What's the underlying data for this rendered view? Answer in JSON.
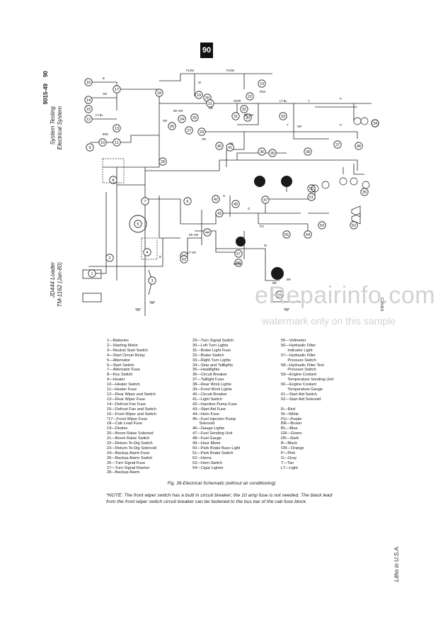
{
  "page": {
    "section_tab": "90",
    "header_left_top": "90",
    "header_left_mid": "9015-49",
    "header_title_1": "System Testing",
    "header_title_2": "Electrical System",
    "footer_model": "JD444 Loader",
    "footer_tm": "TM-1162  (Jan-80)",
    "footer_printed": "Litho in U.S.A.",
    "figure_ref": "C26419",
    "caption": "Fig. 36-Electrical Schematic (without air conditioning)",
    "note": "*NOTE:  The front wiper switch has a built in circuit breaker; the 10 amp fuse is not needed. The black lead from the front wiper switch circuit breaker can be fastened to the bus bar of the cab fuse block.",
    "watermark_1": "eRepairinfo.com",
    "watermark_2": "watermark only on this sample"
  },
  "legend": {
    "col1": [
      "1—Batteries",
      "2—Starting Motor",
      "3—Neutral Start Switch",
      "4—Start Circuit Relay",
      "5—Alternator",
      "6—Start Switch",
      "7—Alternator Fuse",
      "8—Key Switch",
      "9—Heater",
      "10—Heater Switch",
      "11—Heater Fuse",
      "12—Rear Wiper and Switch",
      "13—Rear Wiper Fuse",
      "14—Defrost Fan Fuse",
      "15—Defrost Fan and Switch",
      "16—Front Wiper and Switch",
      "*17—Front Wiper Fuse",
      "18—Cab Lead Fuse",
      "19—Diodes",
      "20—Boom Raise Solenoid",
      "21—Boom Raise Switch",
      "22—Return-To-Dig Switch",
      "23—Return-To-Dig Solenoid",
      "24—Backup Alarm Fuse",
      "25—Backup Alarm Switch",
      "26—Turn Signal Fuse",
      "27—Turn Signal Flasher",
      "28—Backup Alarm"
    ],
    "col2": [
      "29—Turn Signal Switch",
      "30—Left Turn Lights",
      "31—Brake Light Fuse",
      "32—Brake Switch",
      "33—Right Turn Lights",
      "34—Stop and Taillights",
      "35—Headlights",
      "36—Circuit Breaker",
      "37—Taillight Fuse",
      "38—Rear Work Lights",
      "39—Front Work Lights",
      "40—Circuit Breaker",
      "41—Light Switch",
      "42—Injection Pump Fuse",
      "43—Start Aid Fuse",
      "44—Horn Fuse",
      "45—Fuel Injection Pump",
      "      Solenoid",
      "46—Gauge Lights",
      "47—Fuel Sending Unit",
      "48—Fuel Gauge",
      "49—Hour Meter",
      "50—Park Brake Buzz-Light",
      "51—Park Brake Switch",
      "52—Horns",
      "53—Horn Switch",
      "54—Cigar Lighter"
    ],
    "col3": [
      "55—Voltmeter",
      "56—Hydraulic Filter",
      "      Indicator Light",
      "57—Hydraulic Filter",
      "      Pressure Switch",
      "58—Hydraulic Filter Test",
      "      Pressure Switch",
      "59—Engine Coolant",
      "      Temperature Sending Unit",
      "60—Engine Coolant",
      "      Temperature Gauge",
      "61—Start Aid Switch",
      "62—Start Aid Solenoid",
      "",
      "R—Red",
      "W—White",
      "PU—Purple",
      "BR—Brown",
      "BL—Blue",
      "GR—Green",
      "DK—Dark",
      "B—Black",
      "OR—Orange",
      "P—Pink",
      "G—Gray",
      "T—Tan",
      "LT—Light"
    ]
  },
  "diagram": {
    "components": [
      {
        "n": "16"
      },
      {
        "n": "17"
      },
      {
        "n": "18"
      },
      {
        "n": "14"
      },
      {
        "n": "15"
      },
      {
        "n": "12"
      },
      {
        "n": "13"
      },
      {
        "n": "9"
      },
      {
        "n": "10"
      },
      {
        "n": "11"
      },
      {
        "n": "8"
      },
      {
        "n": "7"
      },
      {
        "n": "5"
      },
      {
        "n": "6"
      },
      {
        "n": "4"
      },
      {
        "n": "3"
      },
      {
        "n": "2"
      },
      {
        "n": "1"
      },
      {
        "n": "19"
      },
      {
        "n": "20"
      },
      {
        "n": "21"
      },
      {
        "n": "22"
      },
      {
        "n": "23"
      },
      {
        "n": "24"
      },
      {
        "n": "25"
      },
      {
        "n": "26"
      },
      {
        "n": "27"
      },
      {
        "n": "28"
      },
      {
        "n": "29"
      },
      {
        "n": "30"
      },
      {
        "n": "31"
      },
      {
        "n": "32"
      },
      {
        "n": "33"
      },
      {
        "n": "34"
      },
      {
        "n": "35"
      },
      {
        "n": "36"
      },
      {
        "n": "37"
      },
      {
        "n": "38"
      },
      {
        "n": "39"
      },
      {
        "n": "40"
      },
      {
        "n": "41"
      },
      {
        "n": "42"
      },
      {
        "n": "43"
      },
      {
        "n": "44"
      },
      {
        "n": "45"
      },
      {
        "n": "46"
      },
      {
        "n": "47"
      },
      {
        "n": "48"
      },
      {
        "n": "49"
      },
      {
        "n": "50"
      },
      {
        "n": "51"
      },
      {
        "n": "52"
      },
      {
        "n": "53"
      },
      {
        "n": "54"
      },
      {
        "n": "55"
      },
      {
        "n": "56"
      },
      {
        "n": "57"
      },
      {
        "n": "58"
      },
      {
        "n": "59"
      },
      {
        "n": "60"
      },
      {
        "n": "61"
      },
      {
        "n": "62"
      }
    ],
    "wire_labels": [
      "B",
      "GR",
      "LT BL",
      "B/W",
      "PU/W",
      "PU/W",
      "W",
      "R/W",
      "DK GR",
      "OR",
      "BR",
      "GR/B",
      "DK GR",
      "LT BL",
      "Y",
      "T",
      "P",
      "P",
      "OR",
      "OR",
      "BL",
      "G",
      "G",
      "PU",
      "BR/W",
      "W",
      "DK GR",
      "LT GR",
      "B",
      "BR",
      "BR"
    ]
  }
}
